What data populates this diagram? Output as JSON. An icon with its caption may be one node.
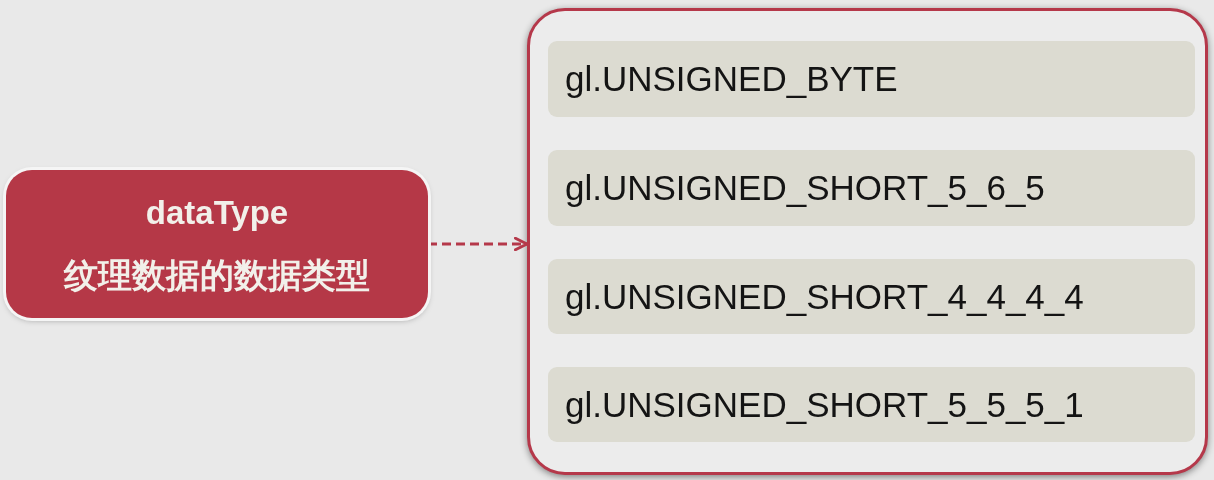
{
  "diagram": {
    "nodes": [
      {
        "text": [
          "dataType",
          "纹理数据的数据类型"
        ]
      },
      {
        "text": [],
        "shape": "box"
      },
      {
        "text": [
          "gl.UNSIGNED_BYTE"
        ],
        "in": 1
      },
      {
        "text": [
          "gl.UNSIGNED_SHORT_5_6_5"
        ],
        "in": 1
      },
      {
        "text": [
          "gl.UNSIGNED_SHORT_4_4_4_4"
        ],
        "in": 1
      },
      {
        "text": [
          "gl.UNSIGNED_SHORT_5_5_5_1"
        ],
        "in": 1
      }
    ],
    "edges": [
      {
        "from": 0,
        "to": 1,
        "arrow": "to",
        "style": "dashed"
      }
    ]
  }
}
